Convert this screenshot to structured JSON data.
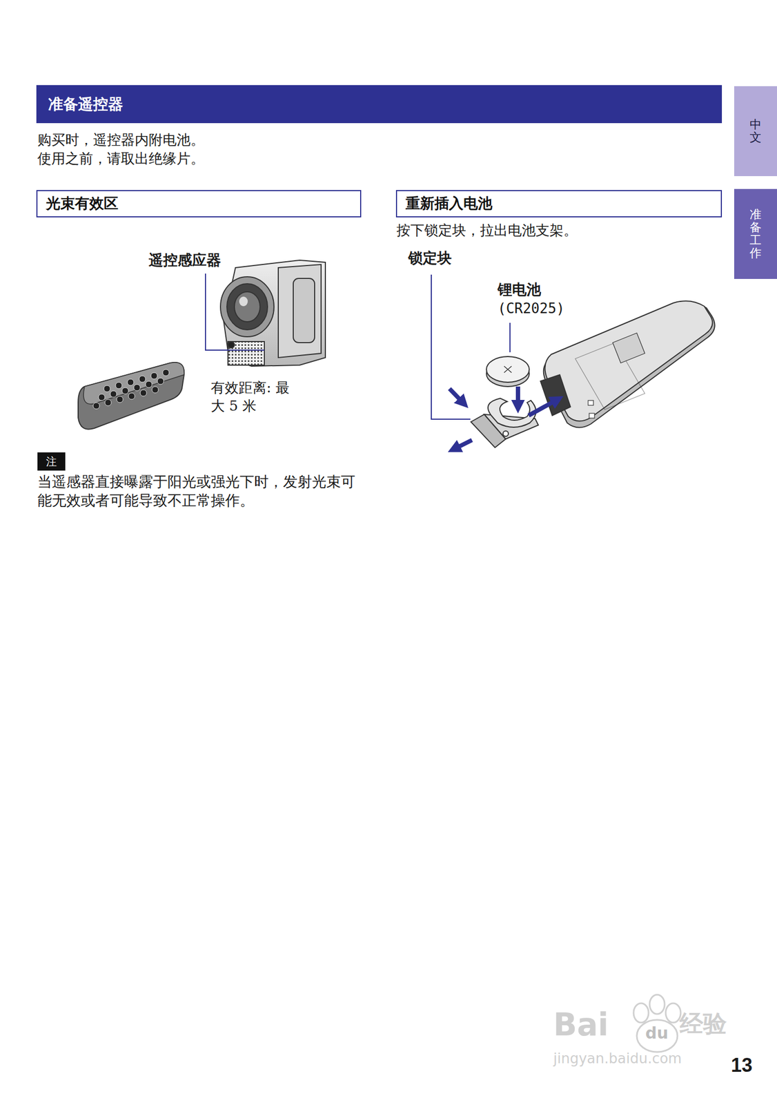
{
  "diagram": {
    "title": "准备遥控器",
    "nodes": [
      {
        "text": [
          "光束有效区"
        ]
      },
      {
        "text": [
          "重新插入电池"
        ]
      },
      {
        "text": [
          "注"
        ]
      },
      {
        "text": [
          "中文"
        ]
      },
      {
        "text": [
          "准备工作"
        ]
      }
    ],
    "labels": [
      "购买时，遥控器内附电池。",
      "使用之前，请取出绝缘片。",
      "遥控感应器",
      "有效距离: 最大 5 米",
      "当遥感器直接曝露于阳光或强光下时，发射光束可能无效或者可能导致不正常操作。",
      "按下锁定块，拉出电池支架。",
      "锁定块",
      "锂电池",
      "(CR2025)",
      "13",
      "Bai",
      "du",
      "经验",
      "jingyan.baidu.com"
    ]
  }
}
